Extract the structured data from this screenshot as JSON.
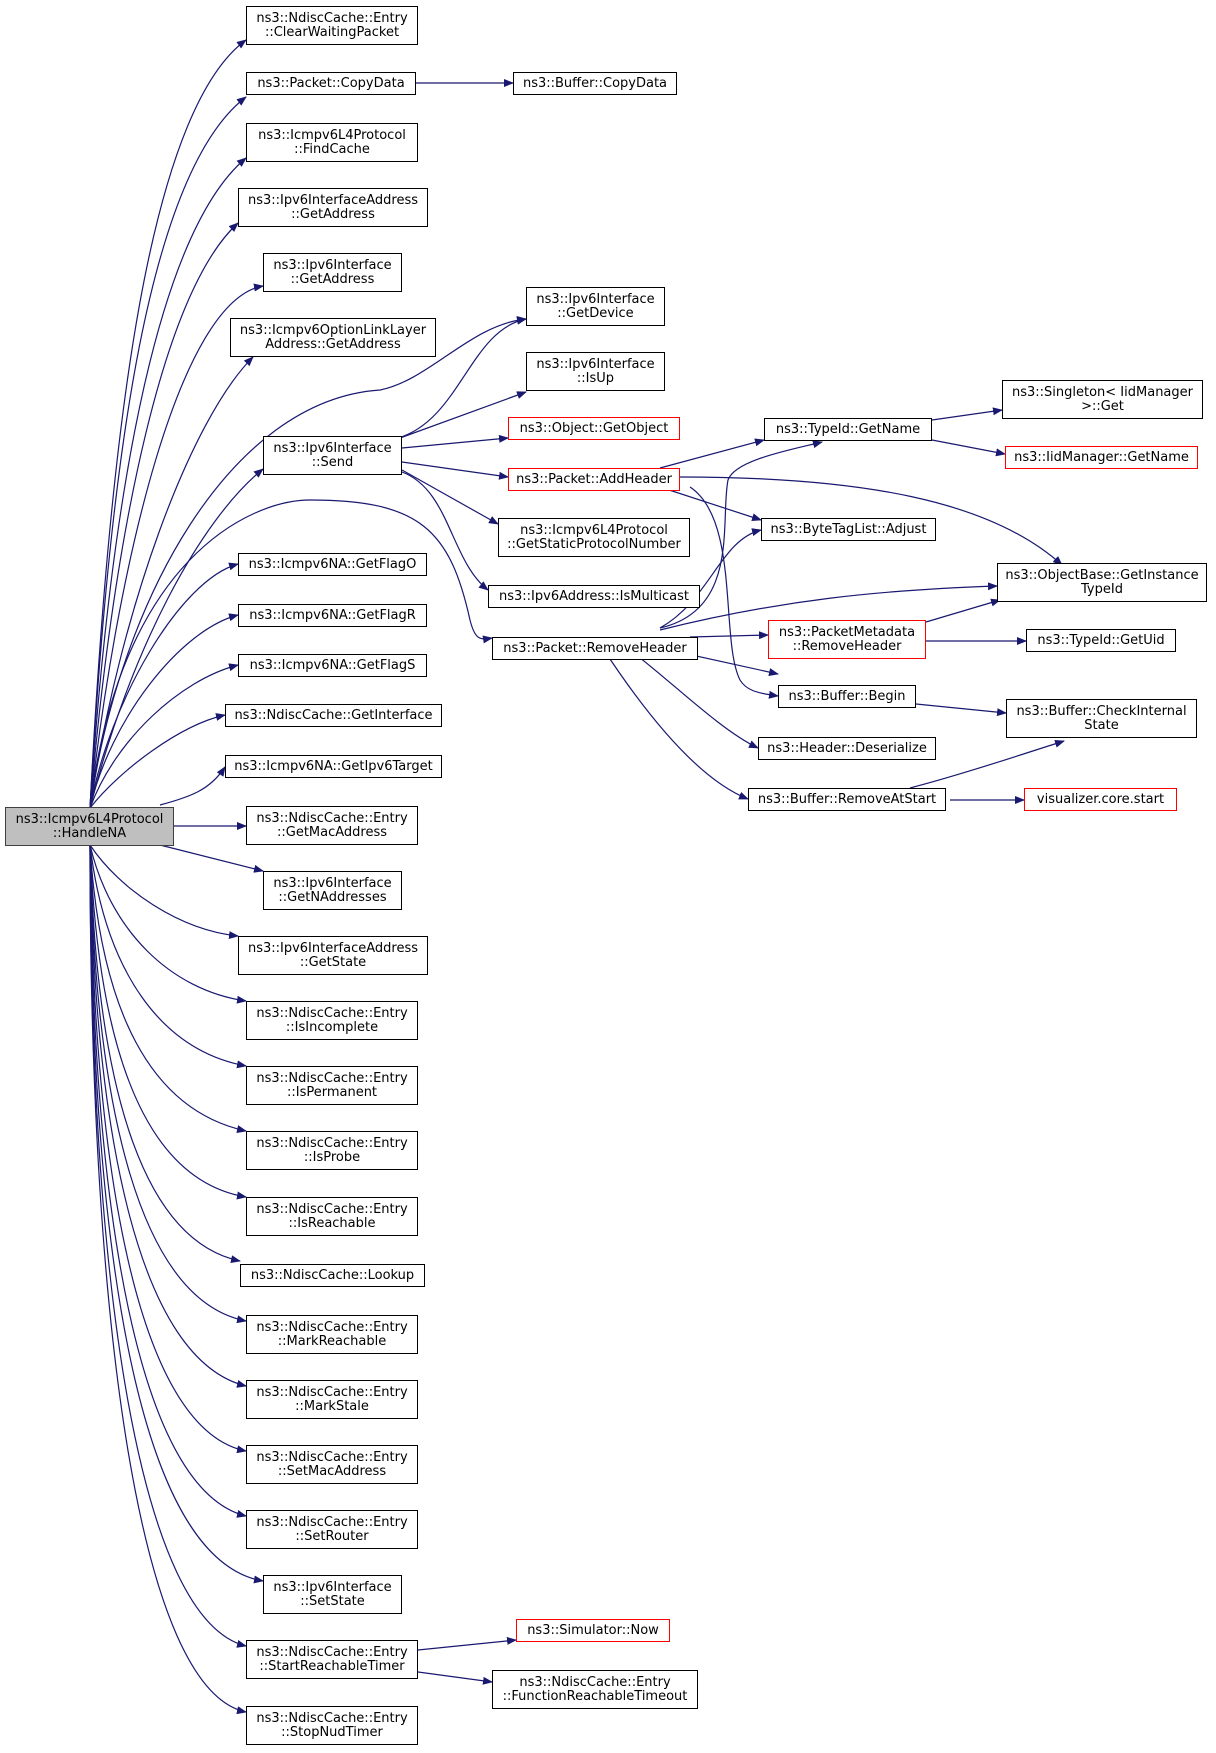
{
  "colors": {
    "edge": "#191970",
    "red_border": "#ff0000",
    "root_fill": "#bfbfbf"
  },
  "nodes": {
    "root": {
      "line1": "ns3::Icmpv6L4Protocol",
      "line2": "::HandleNA",
      "style": "root"
    },
    "clearWaiting": {
      "line1": "ns3::NdiscCache::Entry",
      "line2": "::ClearWaitingPacket",
      "style": "normal"
    },
    "pktCopyData": {
      "line1": "ns3::Packet::CopyData",
      "line2": "",
      "style": "normal"
    },
    "bufCopyData": {
      "line1": "ns3::Buffer::CopyData",
      "line2": "",
      "style": "normal"
    },
    "findCache": {
      "line1": "ns3::Icmpv6L4Protocol",
      "line2": "::FindCache",
      "style": "normal"
    },
    "ifaceAddrGetAddress": {
      "line1": "ns3::Ipv6InterfaceAddress",
      "line2": "::GetAddress",
      "style": "normal"
    },
    "ifaceGetAddress": {
      "line1": "ns3::Ipv6Interface",
      "line2": "::GetAddress",
      "style": "normal"
    },
    "optLinkLayer": {
      "line1": "ns3::Icmpv6OptionLinkLayer",
      "line2": "Address::GetAddress",
      "style": "normal"
    },
    "getDevice": {
      "line1": "ns3::Ipv6Interface",
      "line2": "::GetDevice",
      "style": "normal"
    },
    "isUp": {
      "line1": "ns3::Ipv6Interface",
      "line2": "::IsUp",
      "style": "normal"
    },
    "send": {
      "line1": "ns3::Ipv6Interface",
      "line2": "::Send",
      "style": "normal"
    },
    "getObject": {
      "line1": "ns3::Object::GetObject",
      "line2": "",
      "style": "red"
    },
    "addHeader": {
      "line1": "ns3::Packet::AddHeader",
      "line2": "",
      "style": "red"
    },
    "staticProto": {
      "line1": "ns3::Icmpv6L4Protocol",
      "line2": "::GetStaticProtocolNumber",
      "style": "normal"
    },
    "isMulticast": {
      "line1": "ns3::Ipv6Address::IsMulticast",
      "line2": "",
      "style": "normal"
    },
    "getFlagO": {
      "line1": "ns3::Icmpv6NA::GetFlagO",
      "line2": "",
      "style": "normal"
    },
    "getFlagR": {
      "line1": "ns3::Icmpv6NA::GetFlagR",
      "line2": "",
      "style": "normal"
    },
    "getFlagS": {
      "line1": "ns3::Icmpv6NA::GetFlagS",
      "line2": "",
      "style": "normal"
    },
    "getInterface": {
      "line1": "ns3::NdiscCache::GetInterface",
      "line2": "",
      "style": "normal"
    },
    "getIpv6Target": {
      "line1": "ns3::Icmpv6NA::GetIpv6Target",
      "line2": "",
      "style": "normal"
    },
    "removeHeader": {
      "line1": "ns3::Packet::RemoveHeader",
      "line2": "",
      "style": "normal"
    },
    "typeIdGetName": {
      "line1": "ns3::TypeId::GetName",
      "line2": "",
      "style": "normal"
    },
    "singletonGet": {
      "line1": "ns3::Singleton< IidManager",
      "line2": ">::Get",
      "style": "normal"
    },
    "iidGetName": {
      "line1": "ns3::IidManager::GetName",
      "line2": "",
      "style": "red"
    },
    "byteTagAdjust": {
      "line1": "ns3::ByteTagList::Adjust",
      "line2": "",
      "style": "normal"
    },
    "getInstanceTypeId": {
      "line1": "ns3::ObjectBase::GetInstance",
      "line2": "TypeId",
      "style": "normal"
    },
    "pmRemoveHeader": {
      "line1": "ns3::PacketMetadata",
      "line2": "::RemoveHeader",
      "style": "red"
    },
    "getUid": {
      "line1": "ns3::TypeId::GetUid",
      "line2": "",
      "style": "normal"
    },
    "bufBegin": {
      "line1": "ns3::Buffer::Begin",
      "line2": "",
      "style": "normal"
    },
    "checkInternal": {
      "line1": "ns3::Buffer::CheckInternal",
      "line2": "State",
      "style": "normal"
    },
    "deserialize": {
      "line1": "ns3::Header::Deserialize",
      "line2": "",
      "style": "normal"
    },
    "removeAtStart": {
      "line1": "ns3::Buffer::RemoveAtStart",
      "line2": "",
      "style": "normal"
    },
    "vizStart": {
      "line1": "visualizer.core.start",
      "line2": "",
      "style": "red"
    },
    "getMacAddress": {
      "line1": "ns3::NdiscCache::Entry",
      "line2": "::GetMacAddress",
      "style": "normal"
    },
    "getNAddresses": {
      "line1": "ns3::Ipv6Interface",
      "line2": "::GetNAddresses",
      "style": "normal"
    },
    "getState": {
      "line1": "ns3::Ipv6InterfaceAddress",
      "line2": "::GetState",
      "style": "normal"
    },
    "isIncomplete": {
      "line1": "ns3::NdiscCache::Entry",
      "line2": "::IsIncomplete",
      "style": "normal"
    },
    "isPermanent": {
      "line1": "ns3::NdiscCache::Entry",
      "line2": "::IsPermanent",
      "style": "normal"
    },
    "isProbe": {
      "line1": "ns3::NdiscCache::Entry",
      "line2": "::IsProbe",
      "style": "normal"
    },
    "isReachable": {
      "line1": "ns3::NdiscCache::Entry",
      "line2": "::IsReachable",
      "style": "normal"
    },
    "lookup": {
      "line1": "ns3::NdiscCache::Lookup",
      "line2": "",
      "style": "normal"
    },
    "markReachable": {
      "line1": "ns3::NdiscCache::Entry",
      "line2": "::MarkReachable",
      "style": "normal"
    },
    "markStale": {
      "line1": "ns3::NdiscCache::Entry",
      "line2": "::MarkStale",
      "style": "normal"
    },
    "setMacAddress": {
      "line1": "ns3::NdiscCache::Entry",
      "line2": "::SetMacAddress",
      "style": "normal"
    },
    "setRouter": {
      "line1": "ns3::NdiscCache::Entry",
      "line2": "::SetRouter",
      "style": "normal"
    },
    "setState": {
      "line1": "ns3::Ipv6Interface",
      "line2": "::SetState",
      "style": "normal"
    },
    "startReachable": {
      "line1": "ns3::NdiscCache::Entry",
      "line2": "::StartReachableTimer",
      "style": "normal"
    },
    "simNow": {
      "line1": "ns3::Simulator::Now",
      "line2": "",
      "style": "red"
    },
    "funcReachable": {
      "line1": "ns3::NdiscCache::Entry",
      "line2": "::FunctionReachableTimeout",
      "style": "normal"
    },
    "stopNud": {
      "line1": "ns3::NdiscCache::Entry",
      "line2": "::StopNudTimer",
      "style": "normal"
    }
  }
}
